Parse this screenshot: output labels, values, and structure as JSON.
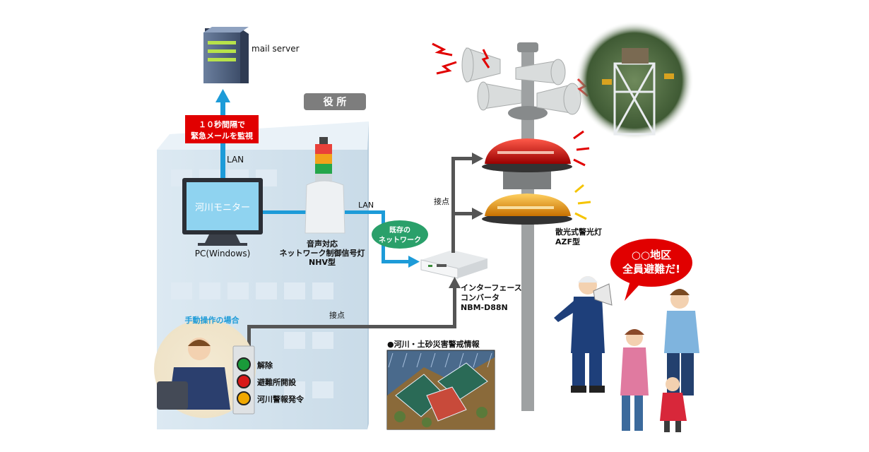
{
  "mail_server": {
    "label": "mail server"
  },
  "office": {
    "label": "役 所"
  },
  "monitor_box": {
    "line1": "１０秒間隔で",
    "line2": "緊急メールを監視"
  },
  "lan_top": "LAN",
  "lan_right": "LAN",
  "pc": {
    "screen_text": "河川モニター",
    "caption": "PC(Windows)"
  },
  "signal_tower": {
    "line1": "音声対応",
    "line2": "ネットワーク制御信号灯",
    "line3": "NHV型"
  },
  "network": {
    "line1": "既存の",
    "line2": "ネットワーク"
  },
  "contact_top": "接点",
  "contact_bottom": "接点",
  "converter": {
    "line1": "インターフェース",
    "line2": "コンバータ",
    "line3": "NBM-D88N"
  },
  "beacon": {
    "line1": "散光式警光灯",
    "line2": "AZF型"
  },
  "manual": {
    "title": "手動操作の場合",
    "buttons": [
      "解除",
      "避難所開設",
      "河川警報発令"
    ],
    "colors": [
      "#1a9a3a",
      "#d81818",
      "#f0a800"
    ]
  },
  "hazard": {
    "title": "●河川・土砂災害警戒情報"
  },
  "speech": {
    "line1": "○○地区",
    "line2": "全員避難だ!"
  },
  "colors": {
    "arrow_blue": "#1d9bd8",
    "line_dark": "#555555",
    "alert_red": "#e10000",
    "network_green": "#2aa06a"
  }
}
